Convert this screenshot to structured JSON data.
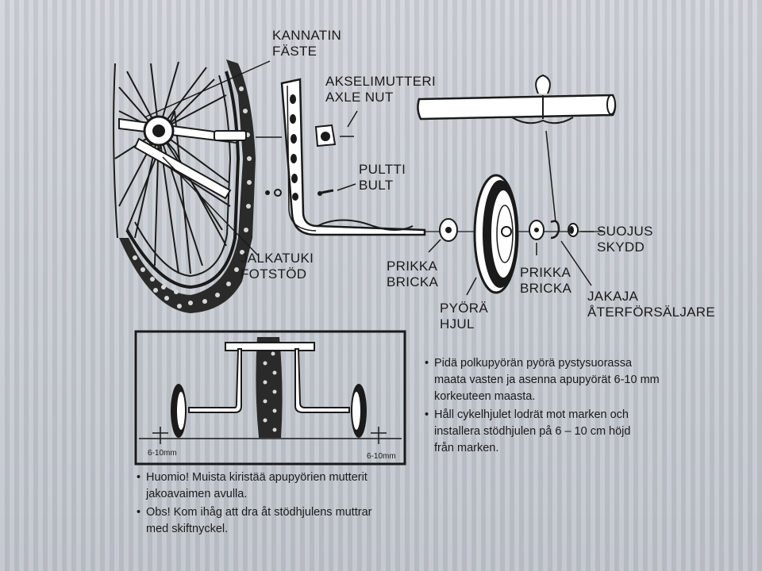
{
  "labels": {
    "kannatin": [
      "KANNATIN",
      "FÄSTE"
    ],
    "akselimutteri": [
      "AKSELIMUTTERI",
      "AXLE NUT"
    ],
    "pultti": [
      "PULTTI",
      "BULT"
    ],
    "jalkatuki": [
      "JALKATUKI",
      "FOTSTÖD"
    ],
    "prikka_left": [
      "PRIKKA",
      "BRICKA"
    ],
    "pyora": [
      "PYÖRÄ",
      "HJUL"
    ],
    "prikka_right": [
      "PRIKKA",
      "BRICKA"
    ],
    "suojus": [
      "SUOJUS",
      "SKYDD"
    ],
    "jakaja": [
      "JAKAJA",
      "ÅTERFÖRSÄLJARE"
    ]
  },
  "measurements": {
    "left": "6-10mm",
    "right": "6-10mm"
  },
  "instructions_right": [
    "Pidä polkupyörän pyörä pystysuorassa\nmaata vasten ja asenna apupyörät 6-10 mm\nkorkeuteen maasta.",
    "Håll cykelhjulet lodrät mot marken och\ninstallera stödhjulen på 6 – 10 cm höjd\nfrån marken."
  ],
  "instructions_left": [
    "Huomio! Muista kiristää apupyörien mutterit\njakoavaimen avulla.",
    "Obs! Kom ihåg att dra åt stödhjulens muttrar\nmed skiftnyckel."
  ],
  "bullet": "•",
  "colors": {
    "ink": "#1a1a1a",
    "board": "#c9cdd3"
  }
}
